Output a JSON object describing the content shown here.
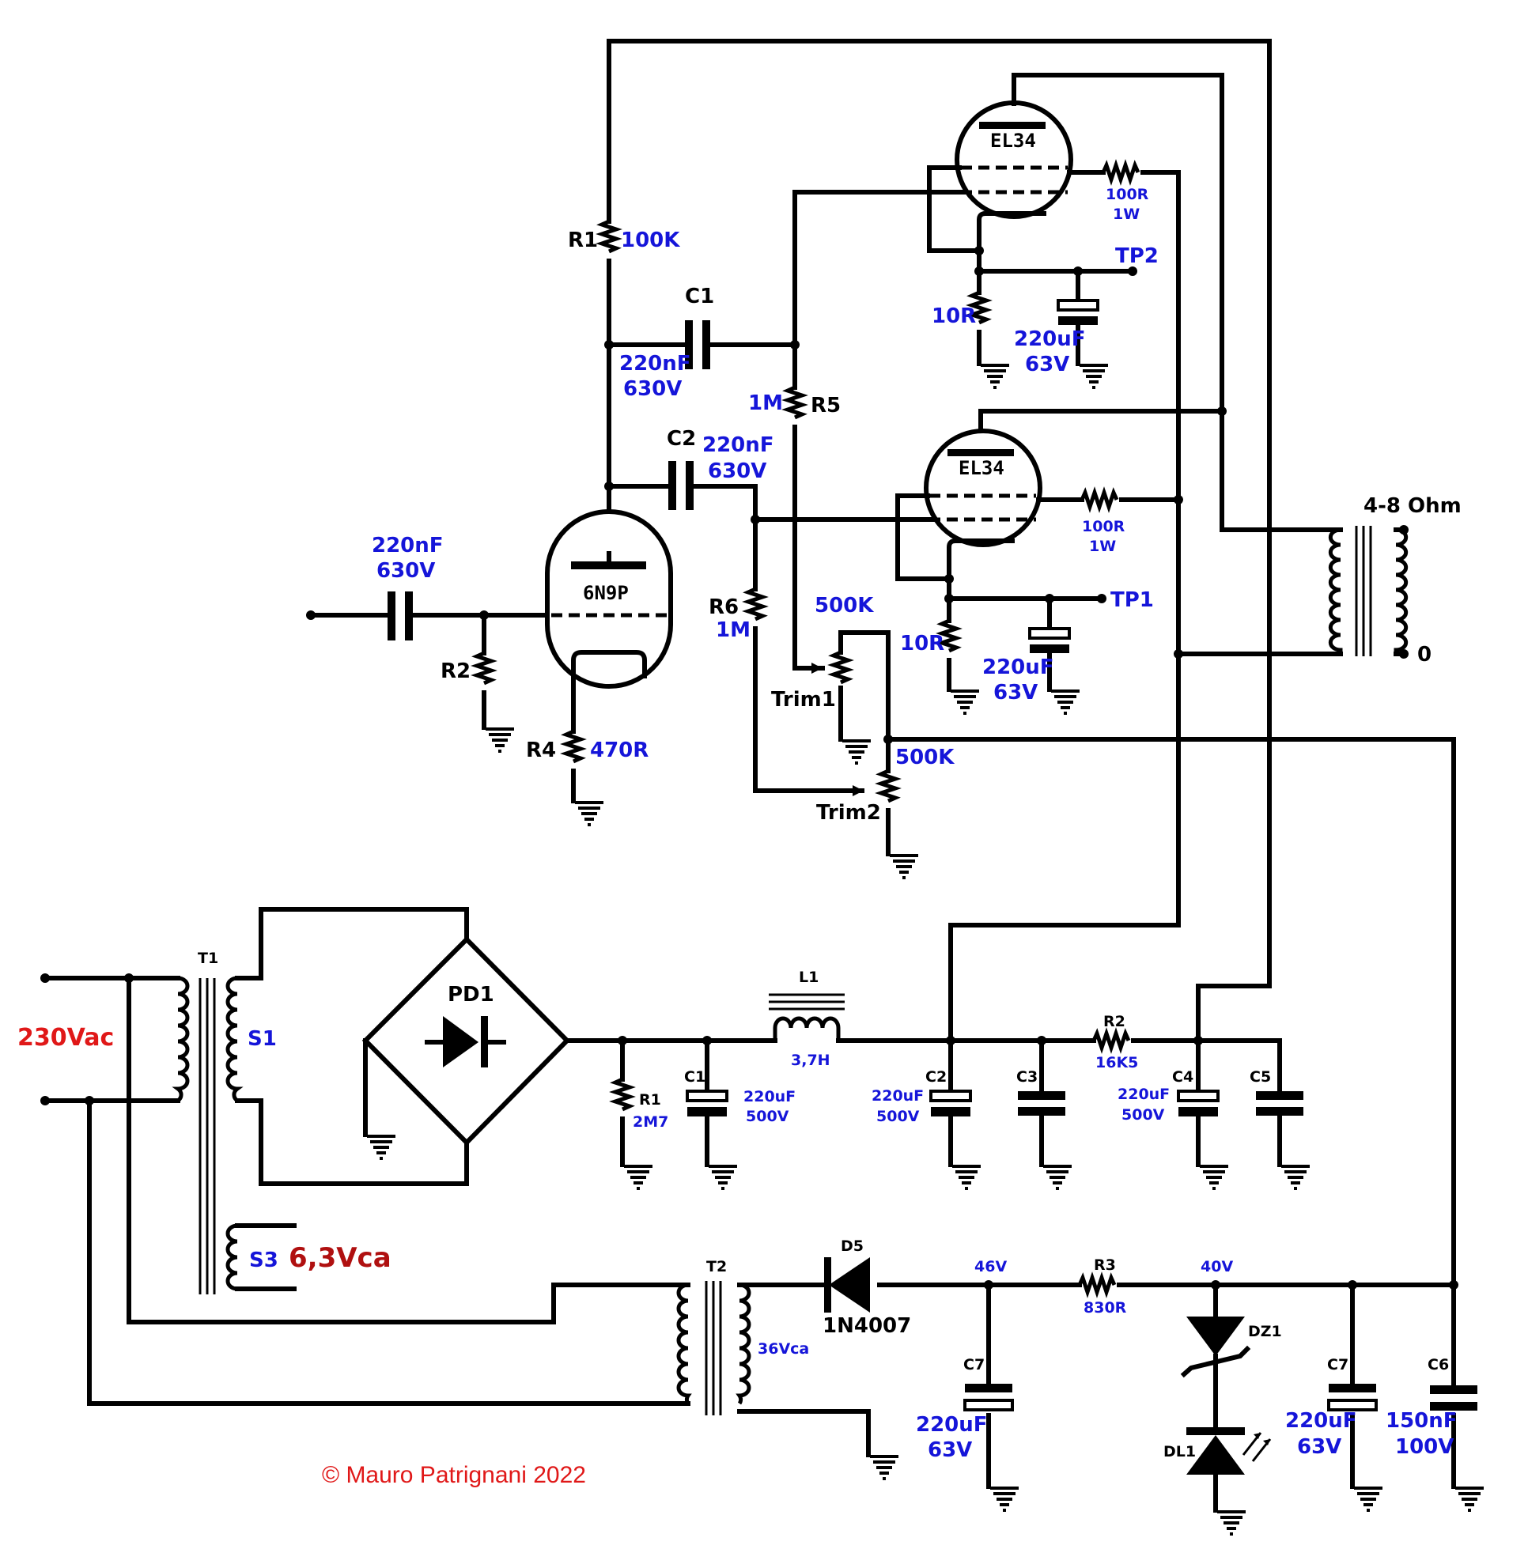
{
  "tubes": {
    "v1": "6N9P",
    "v2": "EL34",
    "v3": "EL34"
  },
  "amp": {
    "r1_ref": "R1",
    "r1_val": "100K",
    "c1_ref": "C1",
    "c1_val": "220nF",
    "c1_volt": "630V",
    "c2_ref": "C2",
    "c2_val": "220nF",
    "c2_volt": "630V",
    "cin_val": "220nF",
    "cin_volt": "630V",
    "r2_ref": "R2",
    "r4_ref": "R4",
    "r4_val": "470R",
    "r5_val": "1M",
    "r5_ref": "R5",
    "r6_ref": "R6",
    "r6_val": "1M",
    "trim1_val": "500K",
    "trim1_ref": "Trim1",
    "trim2_val": "500K",
    "trim2_ref": "Trim2",
    "rg_top_val": "100R",
    "rg_top_w": "1W",
    "rg_bot_val": "100R",
    "rg_bot_w": "1W",
    "rk_top_val": "10R",
    "ck_top_val": "220uF",
    "ck_top_volt": "63V",
    "tp_top": "TP2",
    "rk_bot_val": "10R",
    "ck_bot_val": "220uF",
    "ck_bot_volt": "63V",
    "tp_bot": "TP1",
    "out_imp": "4-8 Ohm",
    "out_zero": "0"
  },
  "psu": {
    "mains": "230Vac",
    "t1_ref": "T1",
    "s1": "S1",
    "s3": "S3",
    "heater": "6,3Vca",
    "pd1": "PD1",
    "r1_ref": "R1",
    "r1_val": "2M7",
    "c1_ref": "C1",
    "c1_val": "220uF",
    "c1_volt": "500V",
    "l1_ref": "L1",
    "l1_val": "3,7H",
    "c2_ref": "C2",
    "c2_val": "220uF",
    "c2_volt": "500V",
    "c3_ref": "C3",
    "r2_ref": "R2",
    "r2_val": "16K5",
    "c4_ref": "C4",
    "c4_val": "220uF",
    "c4_volt": "500V",
    "c5_ref": "C5"
  },
  "bias": {
    "t2_ref": "T2",
    "t2_sec": "36Vca",
    "d5_ref": "D5",
    "d5_part": "1N4007",
    "v46": "46V",
    "r3_ref": "R3",
    "r3_val": "830R",
    "v40": "40V",
    "c7a_ref": "C7",
    "c7a_val": "220uF",
    "c7a_volt": "63V",
    "dz1_ref": "DZ1",
    "dl1_ref": "DL1",
    "c7b_ref": "C7",
    "c7b_val": "220uF",
    "c7b_volt": "63V",
    "c6_ref": "C6",
    "c6_val": "150nF",
    "c6_volt": "100V"
  },
  "copyright": "© Mauro Patrignani 2022",
  "colors": {
    "wire": "#000000",
    "value_blue": "#1515d9",
    "red": "#e01818",
    "dark_red": "#b01010"
  }
}
